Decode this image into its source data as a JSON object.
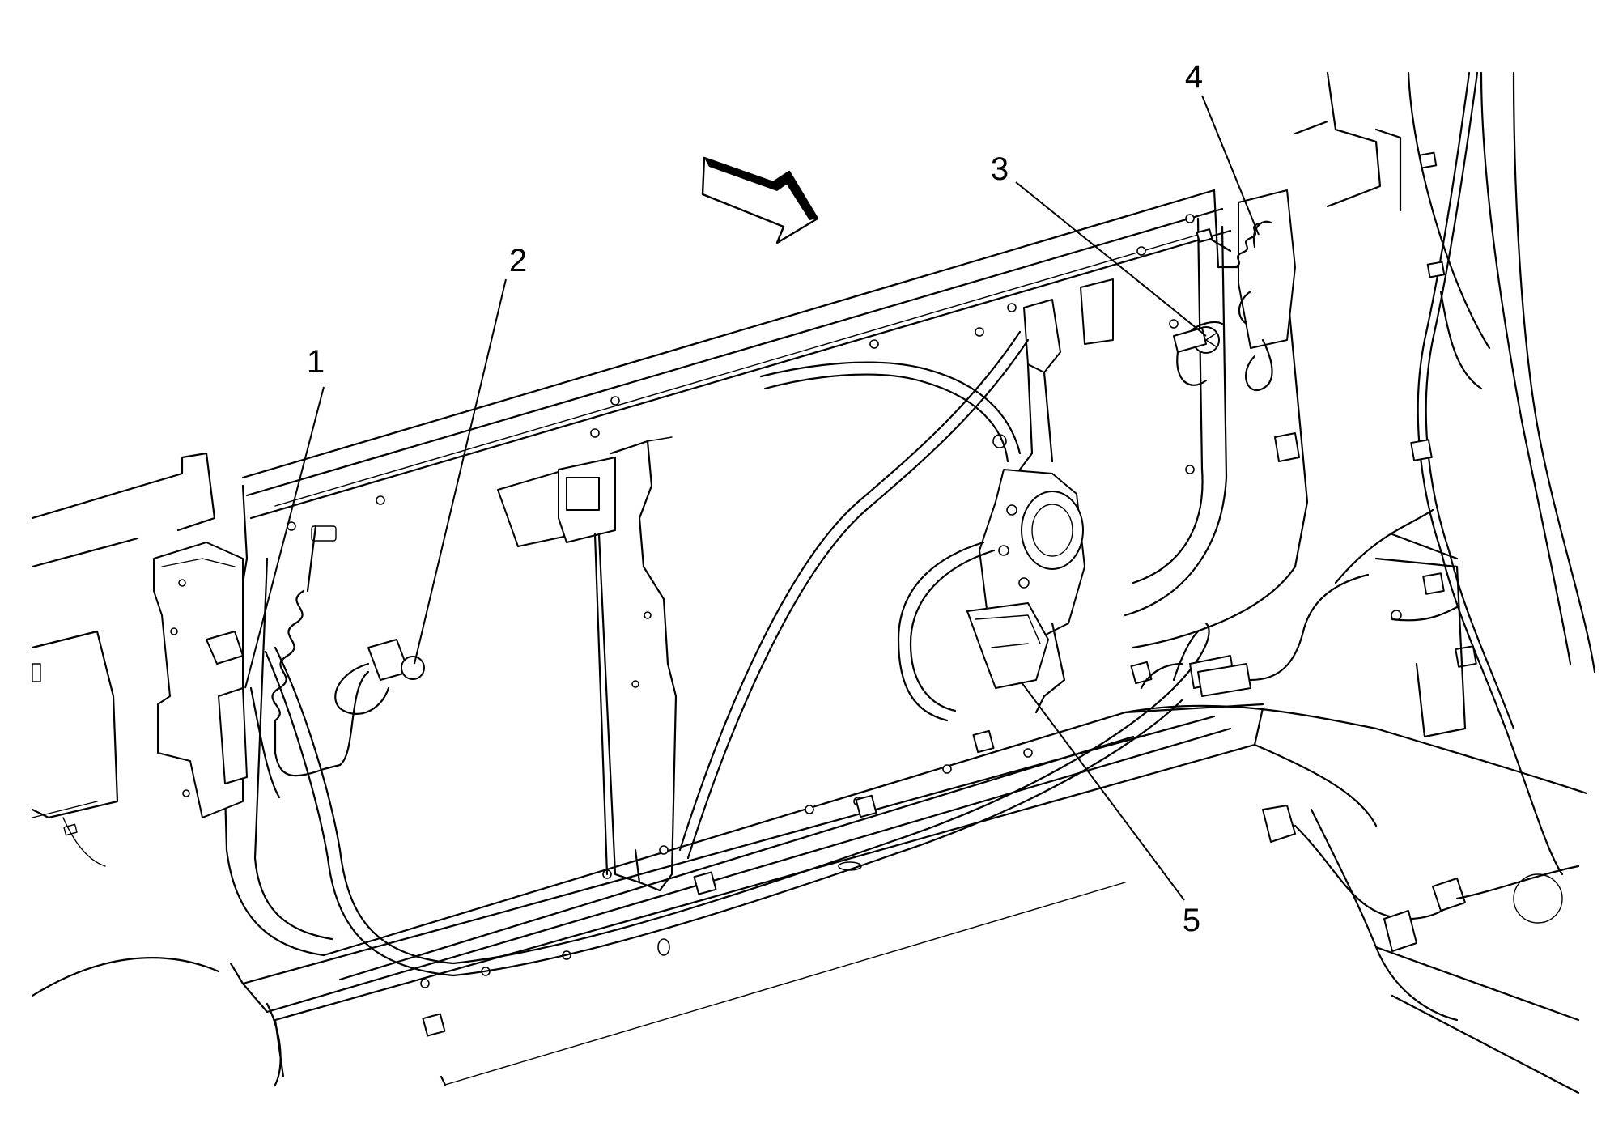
{
  "callouts": [
    {
      "id": 1,
      "label": "1"
    },
    {
      "id": 2,
      "label": "2"
    },
    {
      "id": 3,
      "label": "3"
    },
    {
      "id": 4,
      "label": "4"
    },
    {
      "id": 5,
      "label": "5"
    }
  ],
  "icons": {
    "view_arrow": "view-direction-arrow-icon"
  }
}
